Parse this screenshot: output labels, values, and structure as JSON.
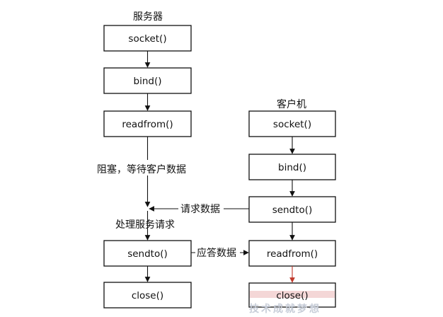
{
  "server": {
    "title": "服务器",
    "socket": "socket()",
    "bind": "bind()",
    "readfrom": "readfrom()",
    "blocking_label": "阻塞，等待客户数据",
    "process_label": "处理服务请求",
    "sendto": "sendto()",
    "close": "close()"
  },
  "client": {
    "title": "客户机",
    "socket": "socket()",
    "bind": "bind()",
    "sendto": "sendto()",
    "readfrom": "readfrom()",
    "close": "close()"
  },
  "messages": {
    "request": "请求数据",
    "response": "应答数据"
  },
  "watermark": "技术成就梦想",
  "colors": {
    "stroke": "#111111",
    "highlight_arrow": "#c0392b",
    "watermark": "#c7cdd8",
    "highlight_band": "#f4d7d7"
  }
}
